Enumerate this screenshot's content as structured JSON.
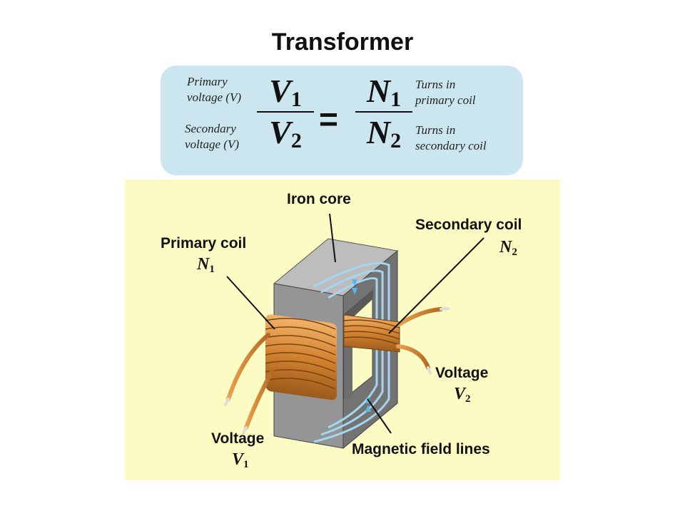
{
  "title": "Transformer",
  "formula": {
    "primary_voltage_label": [
      "Primary",
      "voltage (V)"
    ],
    "secondary_voltage_label": [
      "Secondary",
      "voltage (V)"
    ],
    "turns_primary_label": [
      "Turns in",
      "primary coil"
    ],
    "turns_secondary_label": [
      "Turns in",
      "secondary coil"
    ],
    "lhs_numerator": {
      "letter": "V",
      "sub": "1"
    },
    "lhs_denominator": {
      "letter": "V",
      "sub": "2"
    },
    "rhs_numerator": {
      "letter": "N",
      "sub": "1"
    },
    "rhs_denominator": {
      "letter": "N",
      "sub": "2"
    },
    "equals": "="
  },
  "labels": {
    "iron_core": "Iron core",
    "primary_coil": "Primary coil",
    "primary_coil_symbol": {
      "letter": "N",
      "sub": "1"
    },
    "secondary_coil": "Secondary coil",
    "secondary_coil_symbol": {
      "letter": "N",
      "sub": "2"
    },
    "voltage_primary": "Voltage",
    "voltage_primary_symbol": {
      "letter": "V",
      "sub": "1"
    },
    "voltage_secondary": "Voltage",
    "voltage_secondary_symbol": {
      "letter": "V",
      "sub": "2"
    },
    "magnetic_field_lines": "Magnetic field lines"
  },
  "colors": {
    "formula_bg": "#cbe6ee",
    "panel_bg": "#fdfbc4",
    "core_front": "#8e8e8e",
    "core_top": "#b7b7b7",
    "core_side": "#6a6a6a",
    "coil": "#d2822f",
    "field_lines": "#9fd2ee"
  }
}
